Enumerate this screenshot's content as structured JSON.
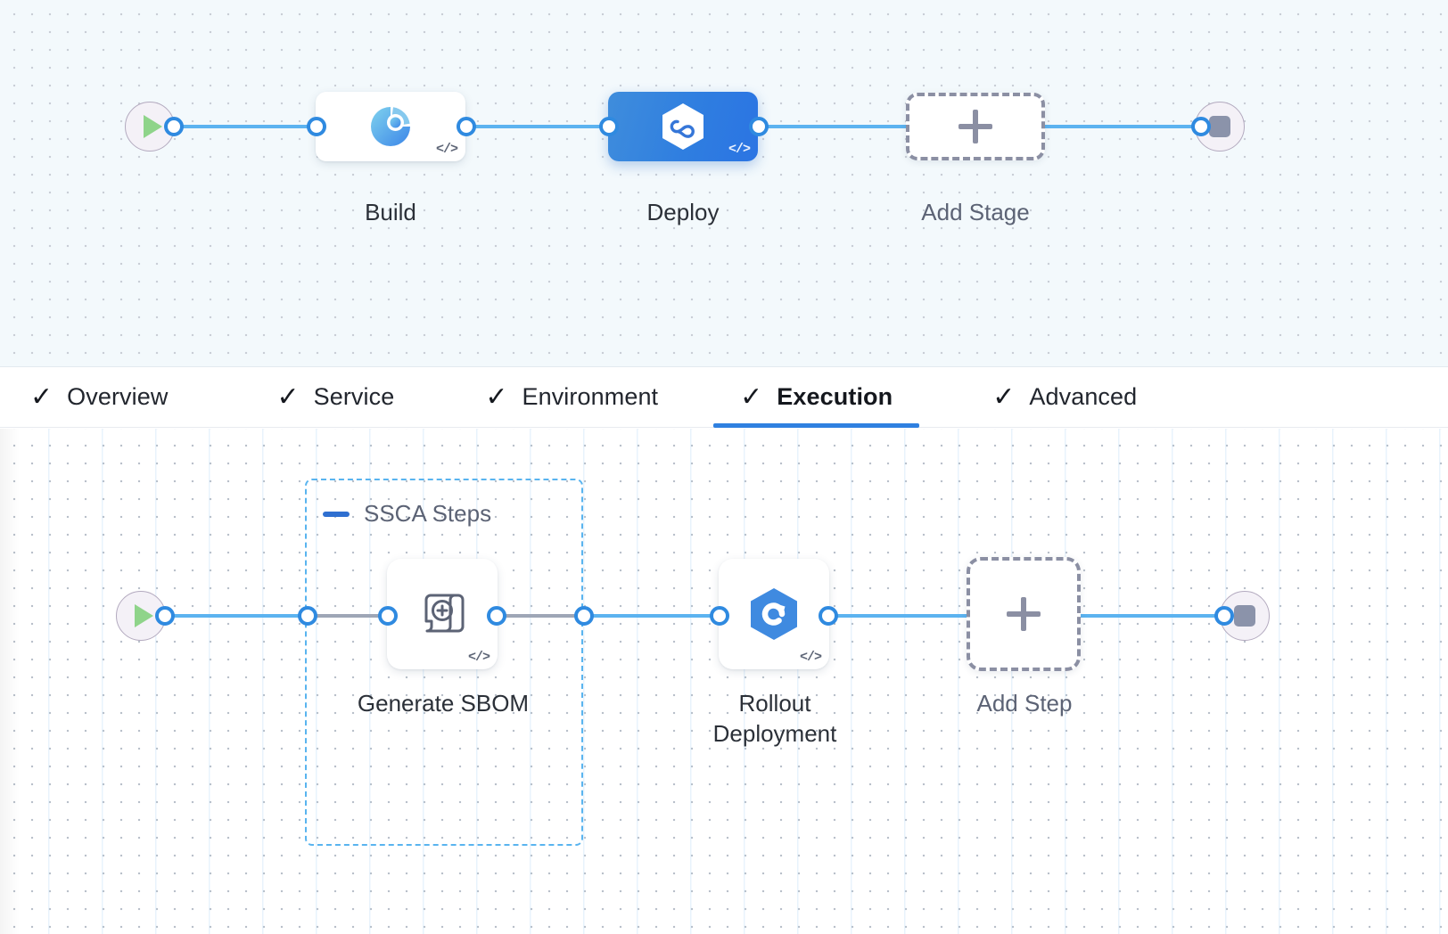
{
  "pipeline": {
    "stage_row": {
      "start_node": {
        "name": "start-node",
        "icon": "play-icon"
      },
      "end_node": {
        "name": "end-node",
        "icon": "stop-icon"
      },
      "stages": [
        {
          "id": "build",
          "label": "Build",
          "icon": "build-pie-search-icon",
          "code_badge": "</>",
          "selected": false
        },
        {
          "id": "deploy",
          "label": "Deploy",
          "icon": "deploy-hexagon-infinity-icon",
          "code_badge": "</>",
          "selected": true
        }
      ],
      "add_stage": {
        "label": "Add Stage",
        "icon": "plus-icon"
      }
    },
    "step_row": {
      "start_node": {
        "name": "start-node",
        "icon": "play-icon"
      },
      "end_node": {
        "name": "end-node",
        "icon": "stop-icon"
      },
      "group": {
        "title": "SSCA Steps",
        "collapse_icon": "collapse-dash-icon"
      },
      "steps": [
        {
          "id": "generate-sbom",
          "label": "Generate SBOM",
          "icon": "scroll-plus-icon",
          "code_badge": "</>"
        },
        {
          "id": "rollout-deployment",
          "label": "Rollout\nDeployment",
          "icon": "hexagon-refresh-icon",
          "code_badge": "</>"
        }
      ],
      "add_step": {
        "label": "Add Step",
        "icon": "plus-icon"
      }
    }
  },
  "tabs": [
    {
      "id": "overview",
      "label": "Overview",
      "check": "✓",
      "active": false
    },
    {
      "id": "service",
      "label": "Service",
      "check": "✓",
      "active": false
    },
    {
      "id": "environment",
      "label": "Environment",
      "check": "✓",
      "active": false
    },
    {
      "id": "execution",
      "label": "Execution",
      "check": "✓",
      "active": true
    },
    {
      "id": "advanced",
      "label": "Advanced",
      "check": "✓",
      "active": false
    }
  ],
  "colors": {
    "accent_blue": "#2f80e0",
    "wire_blue": "#5cb3f0",
    "group_border": "#59b4ef",
    "dashed_gray": "#8b8fa3",
    "stage_canvas_bg": "#f3f9fc",
    "step_canvas_bg": "#ffffff",
    "play_green": "#8fd48a",
    "stop_gray": "#8b93aa"
  }
}
